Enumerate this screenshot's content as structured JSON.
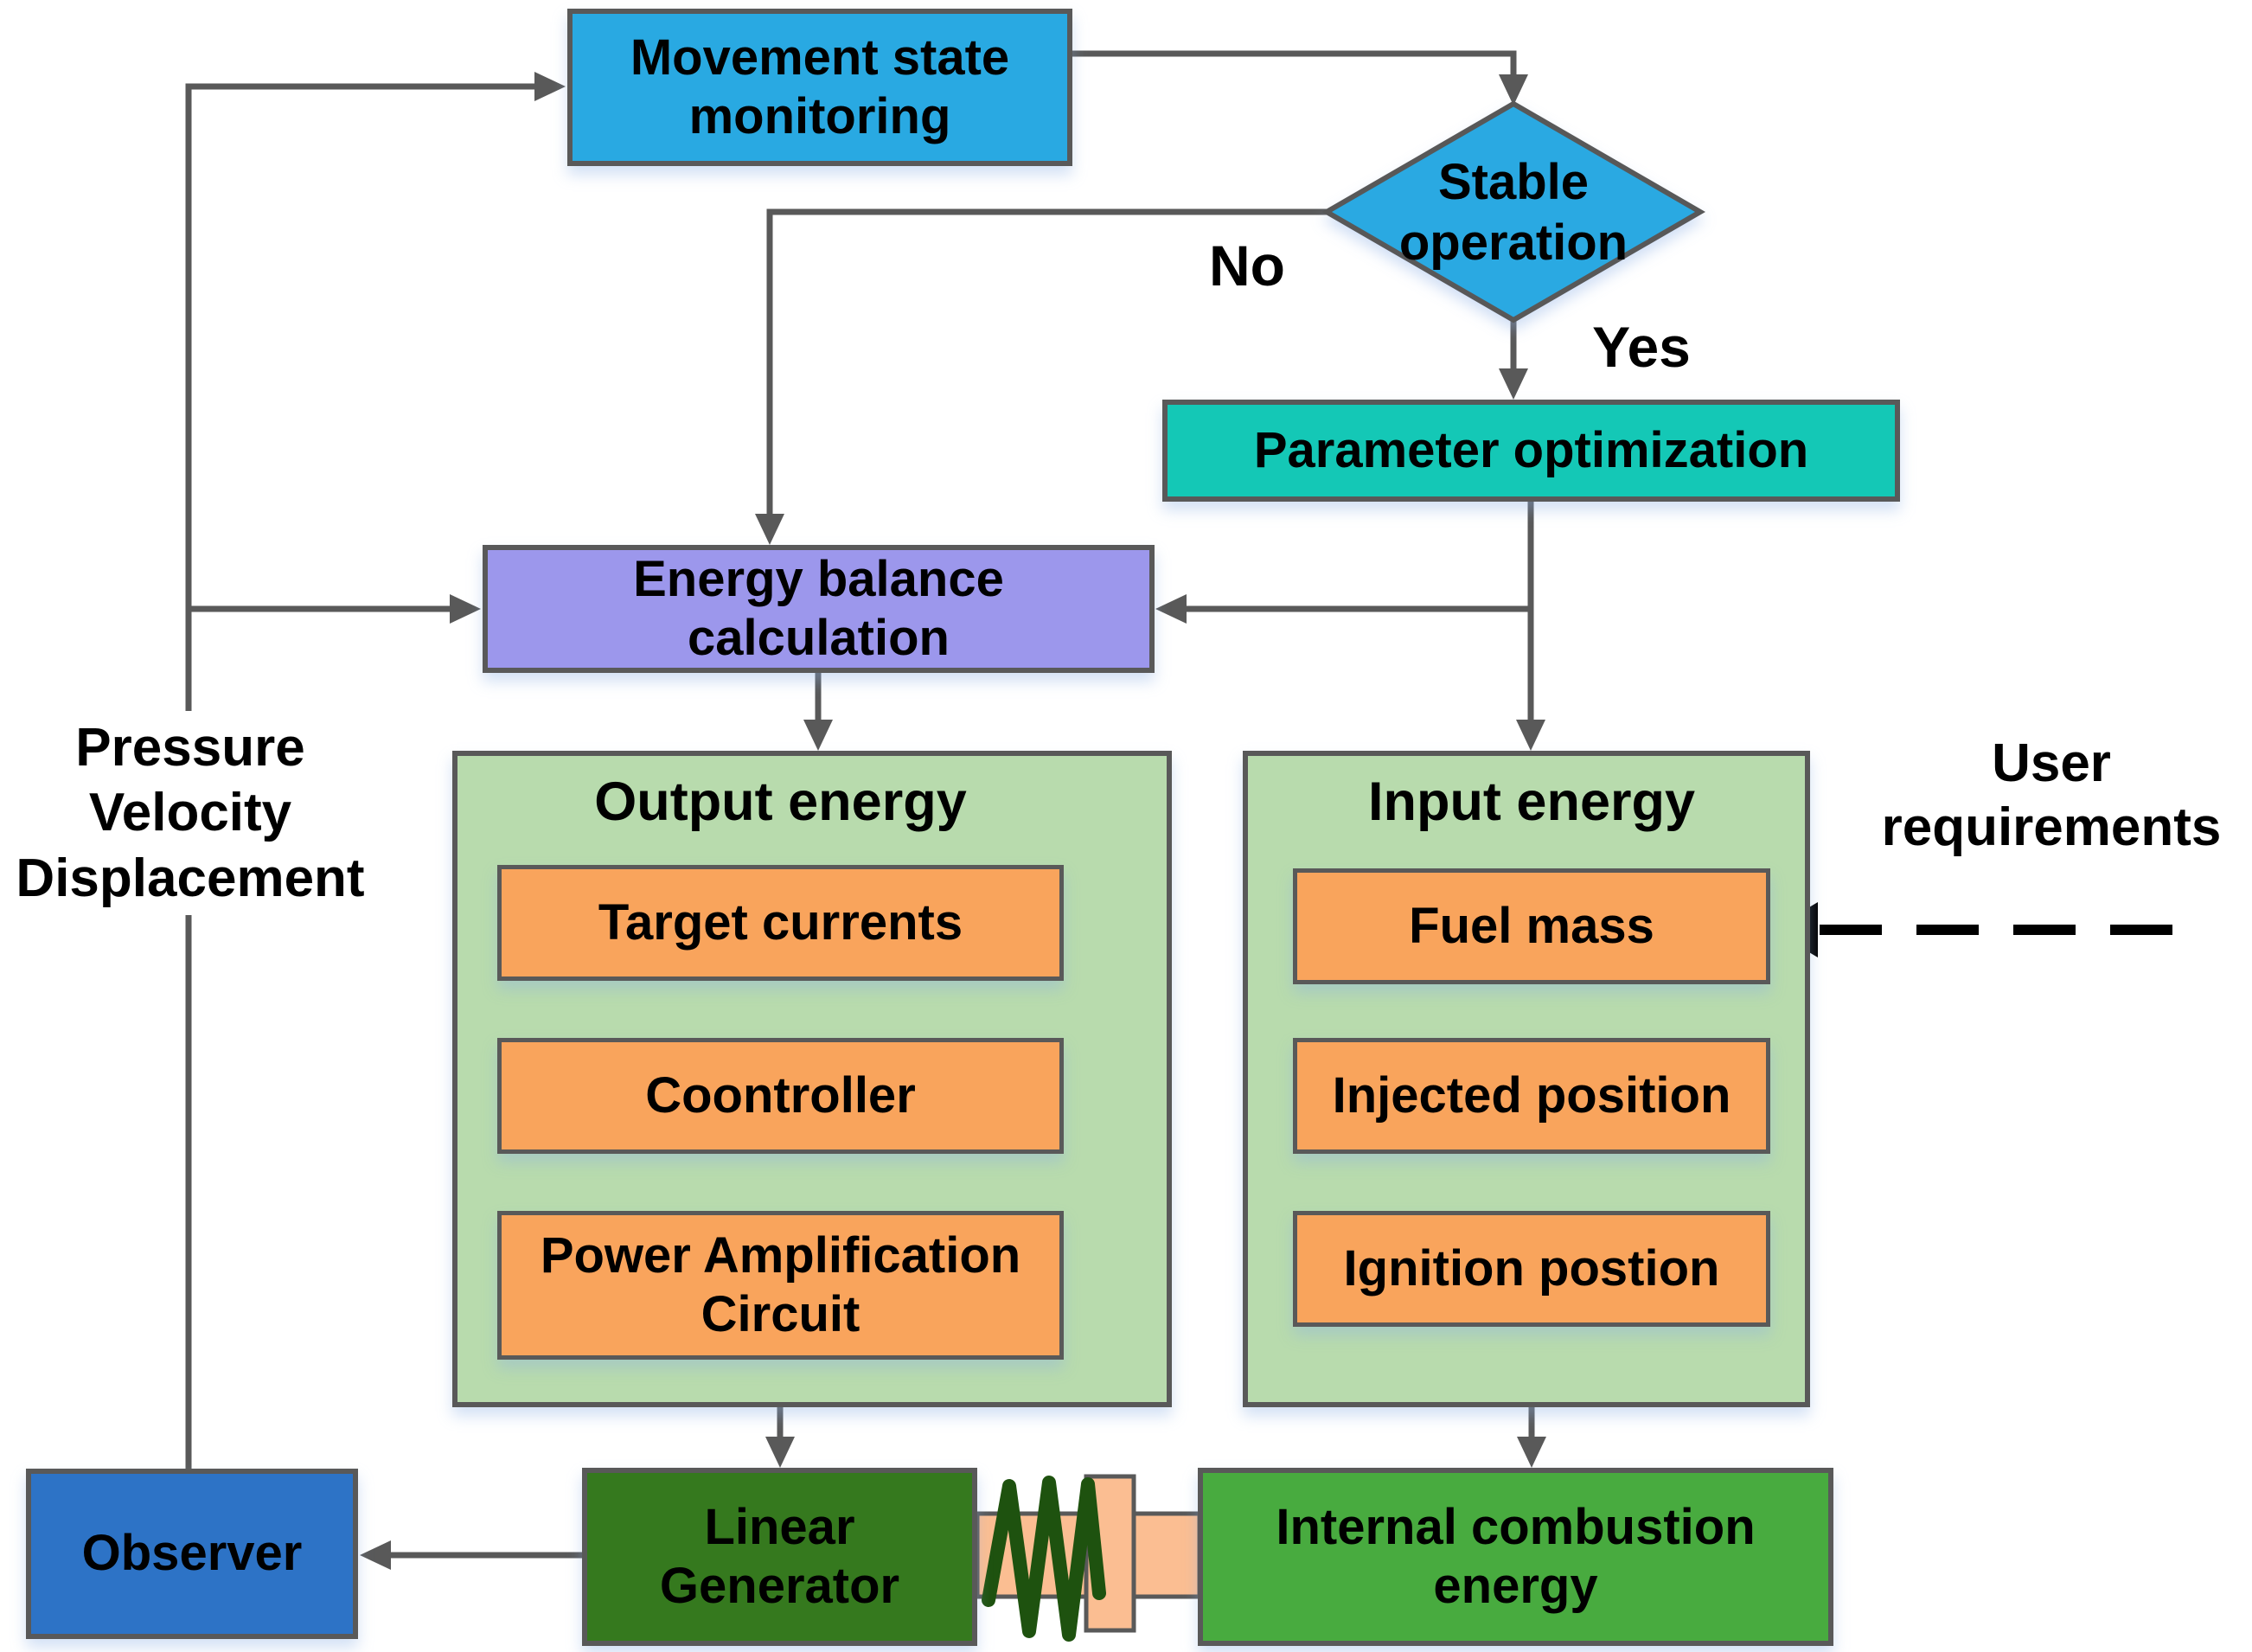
{
  "nodes": {
    "movement": "Movement state\nmonitoring",
    "stable": "Stable\noperation",
    "parameter": "Parameter optimization",
    "energy_balance": "Energy balance\ncalculation",
    "output_title": "Output energy",
    "target_currents": "Target currents",
    "controller": "Coontroller",
    "power_amp": "Power Amplification\nCircuit",
    "input_title": "Input energy",
    "fuel_mass": "Fuel mass",
    "injected_position": "Injected position",
    "ignition_position": "Ignition postion",
    "internal_combustion": "Internal combustion\nenergy",
    "linear_generator": "Linear\nGenerator",
    "observer": "Observer"
  },
  "labels": {
    "no": "No",
    "yes": "Yes",
    "feedback_signals": "Pressure\nVelocity\nDisplacement",
    "user_requirements": "User\nrequirements"
  },
  "colors": {
    "process_blue": "#29A9E2",
    "teal": "#14C8B6",
    "purple": "#9C97EC",
    "container_green": "#B8DBAD",
    "step_orange": "#F9A45C",
    "combustion_green": "#48AB3F",
    "generator_dark_green": "#35791E",
    "observer_blue": "#2D73C6",
    "connector_gray": "#595959",
    "piston_peach": "#FBBE92",
    "spring_green": "#1E520F",
    "user_requirement_black": "#000000"
  }
}
